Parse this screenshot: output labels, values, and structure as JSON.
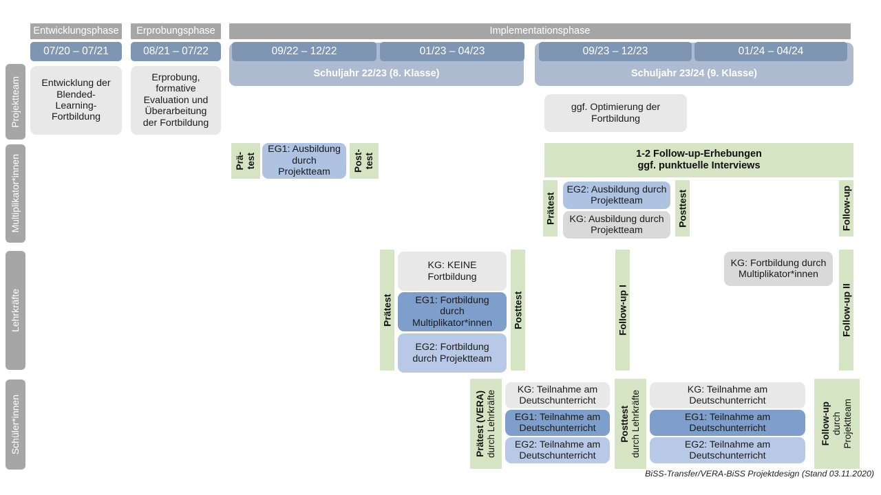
{
  "footer": "BiSS-Transfer/VERA-BiSS Projektdesign (Stand 03.11.2020)",
  "colors": {
    "phase_grey": "#a6a6a6",
    "date_blue": "#7e95b4",
    "schuljahr_blue": "#aebacf",
    "green": "#d5e4c3",
    "kg_grey": "#e8e8e8",
    "eg1_blue": "#7e9ecb",
    "eg2_blue": "#b7c9e6"
  },
  "phases": [
    {
      "label": "Entwicklungsphase"
    },
    {
      "label": "Erprobungsphase"
    },
    {
      "label": "Implementationsphase"
    }
  ],
  "periods": [
    {
      "label": "07/20 – 07/21"
    },
    {
      "label": "08/21 – 07/22"
    },
    {
      "label": "09/22 – 12/22"
    },
    {
      "label": "01/23 – 04/23"
    },
    {
      "label": "09/23 – 12/23"
    },
    {
      "label": "01/24 – 04/24"
    }
  ],
  "school_years": [
    {
      "label": "Schuljahr 22/23 (8. Klasse)"
    },
    {
      "label": "Schuljahr 23/24 (9. Klasse)"
    }
  ],
  "rows": [
    {
      "key": "projektteam",
      "label": "Projektteam"
    },
    {
      "key": "multiplikator",
      "label": "Multiplikator*innen"
    },
    {
      "key": "lehrkraefte",
      "label": "Lehrkräfte"
    },
    {
      "key": "schueler",
      "label": "Schüler*innen"
    }
  ],
  "projektteam": {
    "dev_box": "Entwicklung der\nBlended-\nLearning-\nFortbildung",
    "erprobung_box": "Erprobung,\nformative\nEvaluation und\nÜberarbeitung\nder Fortbildung",
    "optimierung_box": "ggf. Optimierung der\nFortbildung"
  },
  "multiplikator": {
    "praetest_short_l1": "Prä-",
    "praetest_short_l2": "test",
    "posttest_short_l1": "Post-",
    "posttest_short_l2": "test",
    "eg1_box": "EG1: Ausbildung\ndurch\nProjektteam",
    "followup_banner": "1-2 Follow-up-Erhebungen\nggf. punktuelle Interviews",
    "praetest": "Prätest",
    "posttest": "Posttest",
    "followup": "Follow-up",
    "eg2_box": "EG2: Ausbildung durch\nProjektteam",
    "kg_box": "KG: Ausbildung durch\nProjektteam"
  },
  "lehrkraefte": {
    "praetest": "Prätest",
    "posttest": "Posttest",
    "followup1": "Follow-up I",
    "followup2": "Follow-up II",
    "kg_box": "KG:  KEINE\nFortbildung",
    "eg1_box": "EG1: Fortbildung\ndurch\nMultiplikator*innen",
    "eg2_box": "EG2: Fortbildung\ndurch Projektteam",
    "kg_box2": "KG: Fortbildung durch\nMultiplikator*innen"
  },
  "schueler": {
    "praetest_l1": "Prätest (VERA)",
    "praetest_l2": "durch Lehrkräfte",
    "posttest_l1": "Posttest",
    "posttest_l2": "durch Lehrkräfte",
    "followup_l1": "Follow-up",
    "followup_l2": "durch",
    "followup_l3": "Projektteam",
    "kg_box_left": "KG: Teilnahme am\nDeutschunterricht",
    "eg1_box_left": "EG1: Teilnahme am\nDeutschunterricht",
    "eg2_box_left": "EG2: Teilnahme am\nDeutschunterricht",
    "kg_box_right": "KG: Teilnahme am\nDeutschunterricht",
    "eg1_box_right": "EG1: Teilnahme am\nDeutschunterricht",
    "eg2_box_right": "EG2: Teilnahme am\nDeutschunterricht"
  }
}
